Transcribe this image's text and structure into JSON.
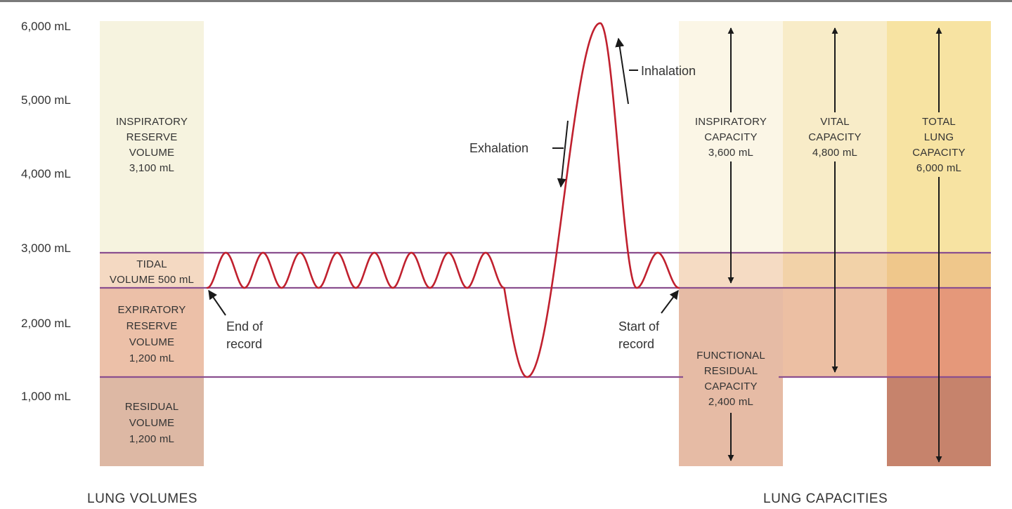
{
  "y_ticks": [
    "6,000 mL",
    "5,000 mL",
    "4,000 mL",
    "3,000 mL",
    "2,000 mL",
    "1,000 mL"
  ],
  "volumes": {
    "irv": [
      "INSPIRATORY",
      "RESERVE",
      "VOLUME",
      "3,100 mL"
    ],
    "tv": [
      "TIDAL",
      "VOLUME 500 mL"
    ],
    "erv": [
      "EXPIRATORY",
      "RESERVE",
      "VOLUME",
      "1,200 mL"
    ],
    "rv": [
      "RESIDUAL",
      "VOLUME",
      "1,200 mL"
    ]
  },
  "capacities": {
    "ic": [
      "INSPIRATORY",
      "CAPACITY",
      "3,600 mL"
    ],
    "frc": [
      "FUNCTIONAL",
      "RESIDUAL",
      "CAPACITY",
      "2,400 mL"
    ],
    "vc": [
      "VITAL",
      "CAPACITY",
      "4,800 mL"
    ],
    "tlc": [
      "TOTAL",
      "LUNG",
      "CAPACITY",
      "6,000 mL"
    ]
  },
  "annotations": {
    "inhalation": "Inhalation",
    "exhalation": "Exhalation",
    "end_of_record": [
      "End of",
      "record"
    ],
    "start_of_record": [
      "Start of",
      "record"
    ]
  },
  "footer": {
    "lung_volumes": "LUNG VOLUMES",
    "lung_capacities": "LUNG CAPACITIES"
  },
  "colors": {
    "curve": "#c0202e",
    "level_line": "#8a4f8f",
    "arrow": "#1a1a1a"
  }
}
